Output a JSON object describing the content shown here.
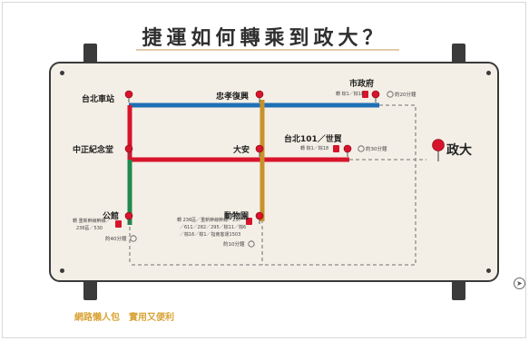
{
  "title": "捷運如何轉乘到政大？",
  "stations": {
    "taipei_main": "台北車站",
    "zhongxiao_fuxing": "忠孝復興",
    "city_hall": "市政府",
    "cks_memorial": "中正紀念堂",
    "daan": "大安",
    "taipei101": "台北101／世貿",
    "gongguan": "公館",
    "taipei_zoo": "動物園"
  },
  "destination": "政大",
  "transfers": {
    "city_hall": "轉 棕1／棕18",
    "taipei101": "轉 棕1／棕18",
    "gongguan": [
      "轉 重新幹線幹線／",
      "236區／530"
    ],
    "taipei_zoo": [
      "轉 236區／重新幹線幹線／237",
      "／611／282／295／棕11／棕6",
      "／棕16／棕1／指南客運1503"
    ]
  },
  "times": {
    "city_hall": "約20分鐘",
    "taipei101": "約30分鐘",
    "gongguan": "約40分鐘",
    "taipei_zoo": "約10分鐘"
  },
  "slogan": "網路懶人包　實用又便利",
  "colors": {
    "blue_line": "#1f6fb5",
    "red_line": "#d7142c",
    "green_line": "#1f8a4c",
    "brown_line": "#c8922a",
    "pin": "#d7142c"
  }
}
